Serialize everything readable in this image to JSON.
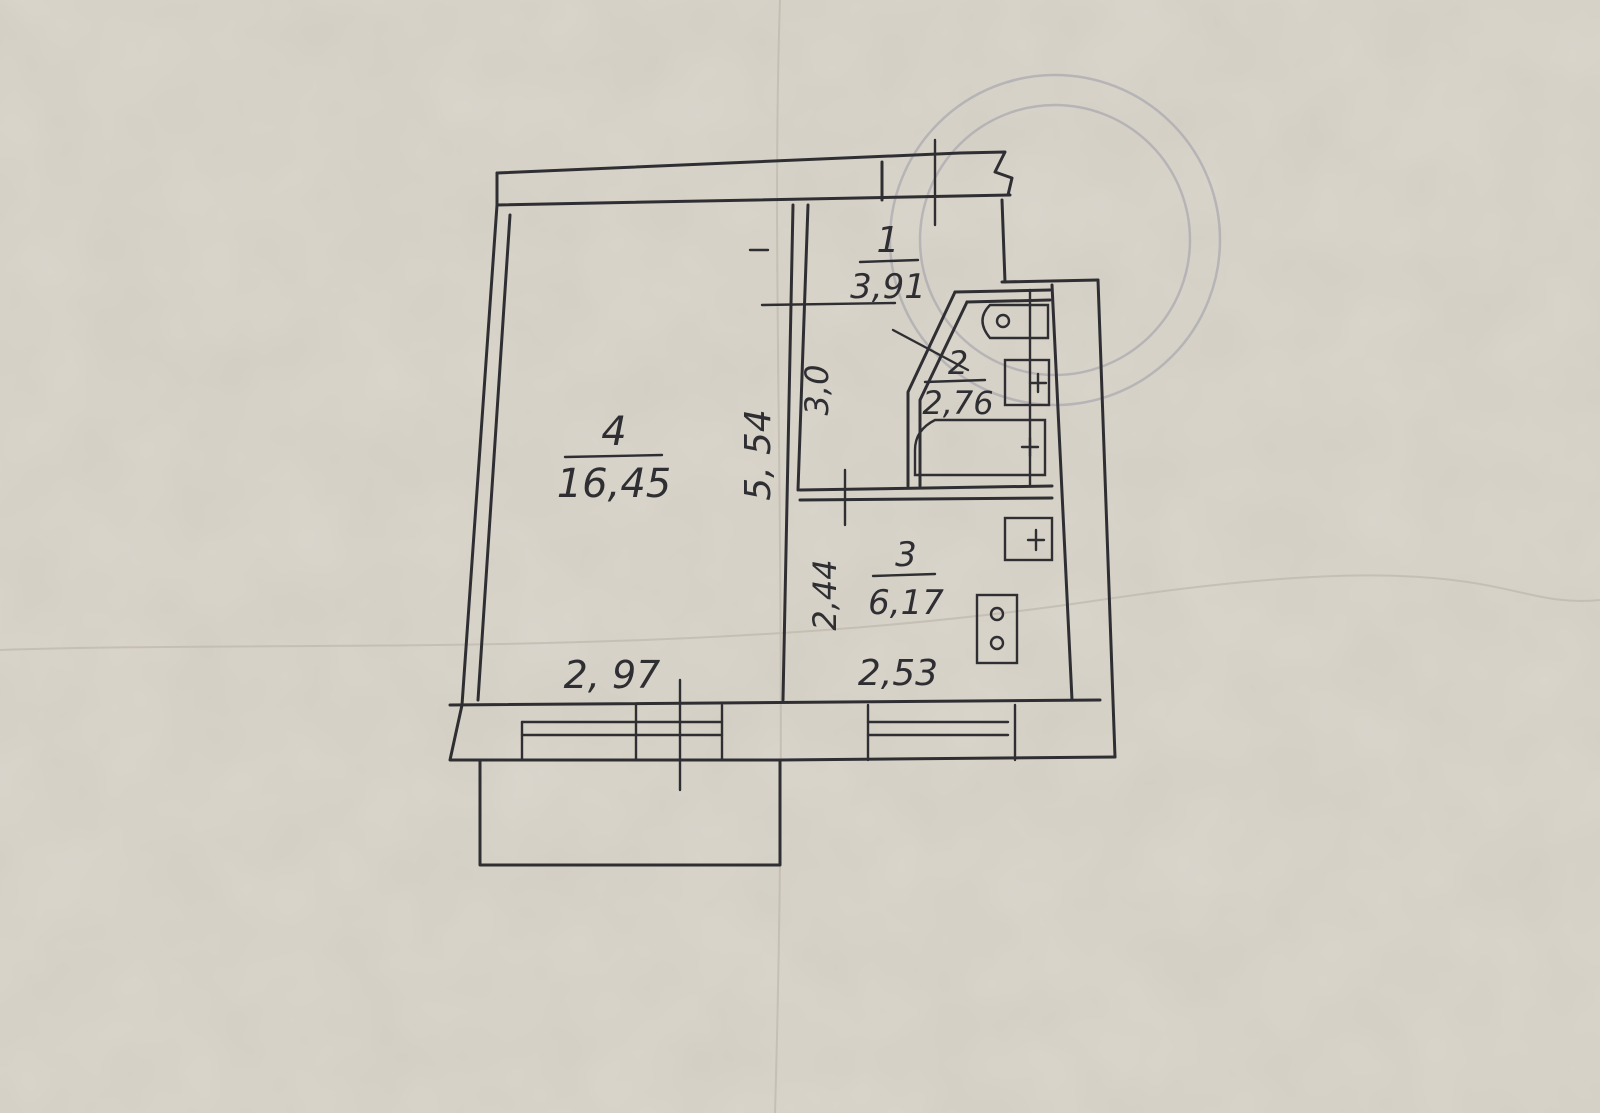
{
  "rooms": [
    {
      "number": "1",
      "area": "3,91"
    },
    {
      "number": "2",
      "area": "2,76"
    },
    {
      "number": "3",
      "area": "6,17"
    },
    {
      "number": "4",
      "area": "16,45"
    }
  ],
  "dimensions": {
    "room4_length": "5, 54",
    "room4_width": "2, 97",
    "room1_length": "3,0",
    "room3_length": "2,44",
    "room3_width": "2,53"
  },
  "colors": {
    "paper": "#d3cec3",
    "ink": "#2f2f33",
    "stamp": "#9c9aa8"
  }
}
